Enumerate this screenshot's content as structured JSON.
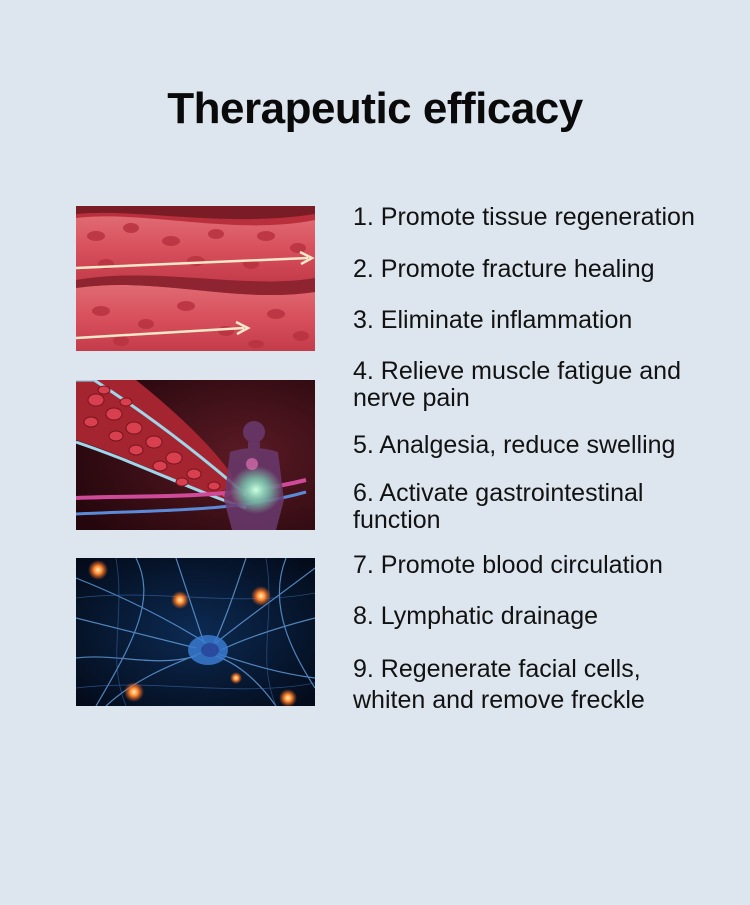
{
  "title": "Therapeutic efficacy",
  "colors": {
    "background": "#dde5ee",
    "text": "#121212"
  },
  "images": [
    {
      "name": "blood-vessel-flow-illustration"
    },
    {
      "name": "blood-cells-human-body-illustration"
    },
    {
      "name": "neuron-network-illustration"
    }
  ],
  "benefits": [
    "1. Promote tissue regeneration",
    "2. Promote fracture healing",
    "3. Eliminate inflammation",
    "4. Relieve muscle fatigue and nerve pain",
    "5. Analgesia, reduce swelling",
    "6. Activate gastrointestinal function",
    "7. Promote blood circulation",
    "8. Lymphatic drainage",
    "9. Regenerate facial cells, whiten and remove freckle"
  ]
}
